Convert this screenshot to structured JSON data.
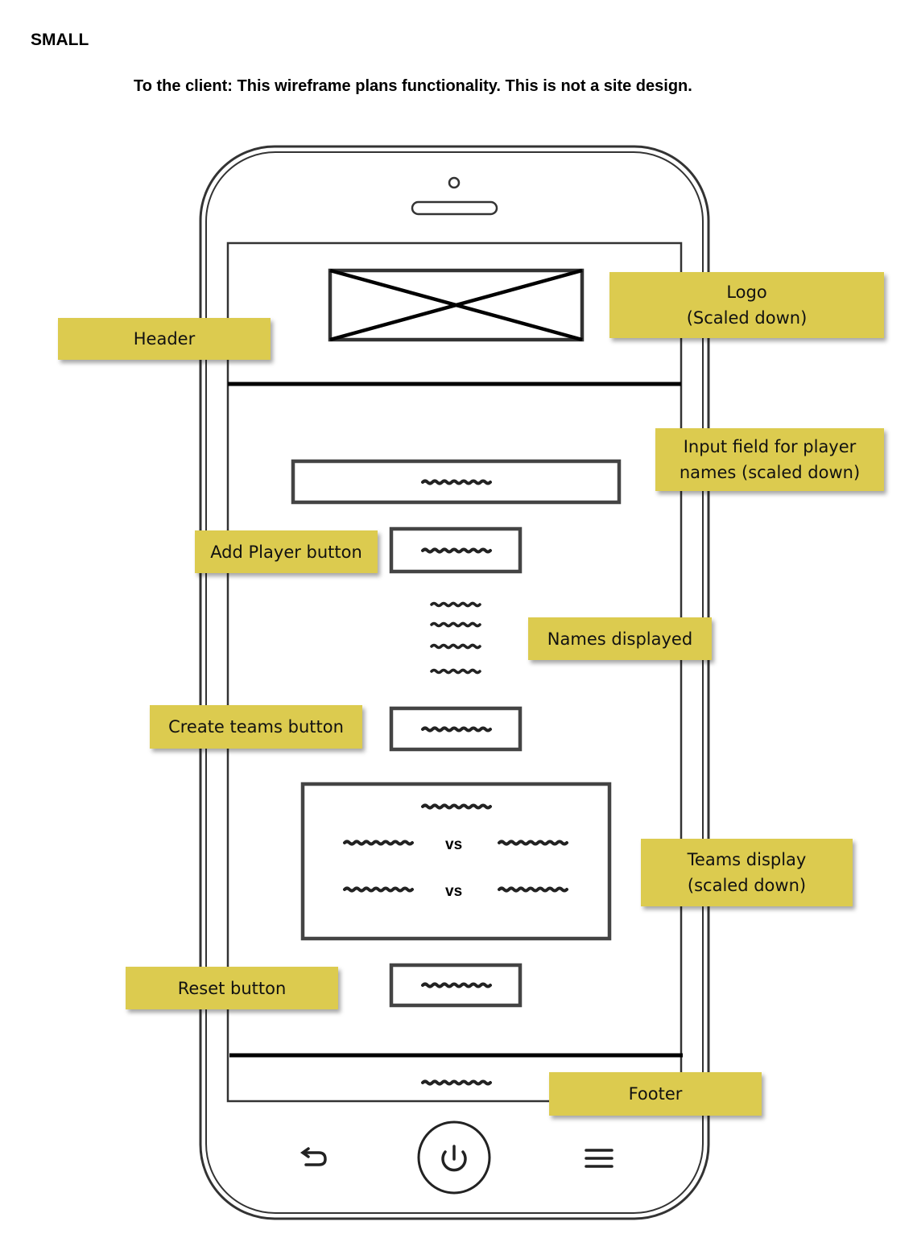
{
  "heading": "SMALL",
  "client_note": "To the client: This wireframe plans functionality. This is not a site design.",
  "teams_display": {
    "vs_labels": [
      "vs",
      "vs"
    ]
  },
  "annotations": {
    "header": "Header",
    "logo": "Logo\n(Scaled down)",
    "input_field": "Input field for player\nnames (scaled down)",
    "add_player": "Add Player button",
    "names_displayed": "Names displayed",
    "create_teams": "Create teams button",
    "teams_display": "Teams display\n(scaled down)",
    "reset": "Reset button",
    "footer": "Footer"
  },
  "icons": {
    "back": "back-arrow-icon",
    "home": "power-icon",
    "menu": "hamburger-menu-icon"
  },
  "colors": {
    "sticky_note": "#dccb4f",
    "wire_stroke": "#444444"
  }
}
